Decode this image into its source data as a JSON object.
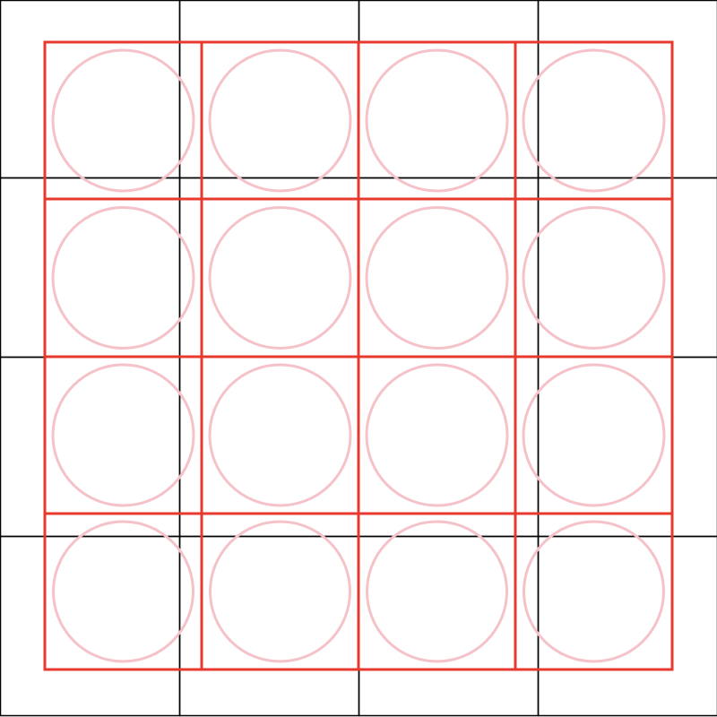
{
  "diagram": {
    "background_grid": {
      "rows": 4,
      "columns": 4,
      "line_color": "#000000"
    },
    "overlay_grid": {
      "rows": 4,
      "columns": 4,
      "square_color": "#e8392e",
      "circle_color": "#f4c2c8"
    }
  }
}
